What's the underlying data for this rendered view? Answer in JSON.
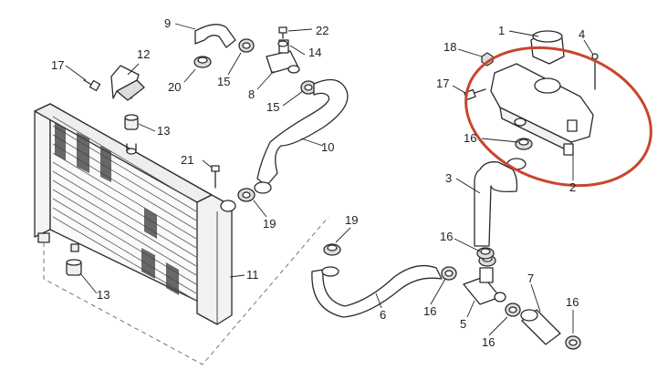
{
  "diagram": {
    "callouts": [
      {
        "id": "c1",
        "label": "1"
      },
      {
        "id": "c2",
        "label": "2"
      },
      {
        "id": "c3",
        "label": "3"
      },
      {
        "id": "c4",
        "label": "4"
      },
      {
        "id": "c5",
        "label": "5"
      },
      {
        "id": "c6",
        "label": "6"
      },
      {
        "id": "c7",
        "label": "7"
      },
      {
        "id": "c8",
        "label": "8"
      },
      {
        "id": "c9",
        "label": "9"
      },
      {
        "id": "c10",
        "label": "10"
      },
      {
        "id": "c11",
        "label": "11"
      },
      {
        "id": "c12",
        "label": "12"
      },
      {
        "id": "c13a",
        "label": "13"
      },
      {
        "id": "c13b",
        "label": "13"
      },
      {
        "id": "c14",
        "label": "14"
      },
      {
        "id": "c15a",
        "label": "15"
      },
      {
        "id": "c15b",
        "label": "15"
      },
      {
        "id": "c16a",
        "label": "16"
      },
      {
        "id": "c16b",
        "label": "16"
      },
      {
        "id": "c16c",
        "label": "16"
      },
      {
        "id": "c16d",
        "label": "16"
      },
      {
        "id": "c16e",
        "label": "16"
      },
      {
        "id": "c17a",
        "label": "17"
      },
      {
        "id": "c17b",
        "label": "17"
      },
      {
        "id": "c18",
        "label": "18"
      },
      {
        "id": "c19a",
        "label": "19"
      },
      {
        "id": "c19b",
        "label": "19"
      },
      {
        "id": "c20",
        "label": "20"
      },
      {
        "id": "c21",
        "label": "21"
      },
      {
        "id": "c22",
        "label": "22"
      }
    ],
    "colors": {
      "highlight": "#c8462b",
      "hose_fill": "#ffffff",
      "radiator_shade": "#444444",
      "line": "#2a2a2a"
    }
  }
}
